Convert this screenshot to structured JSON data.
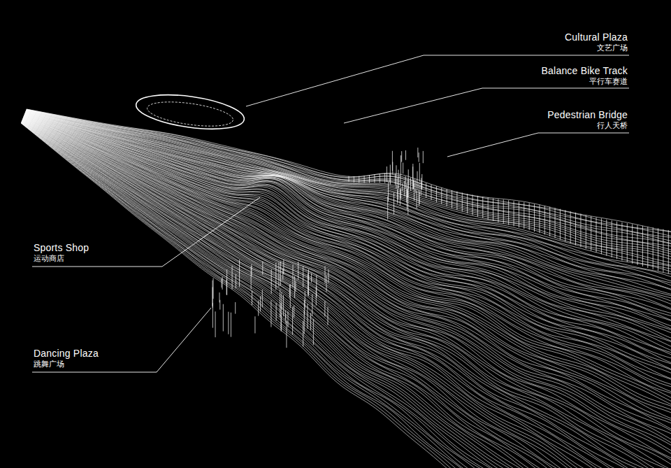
{
  "diagram": {
    "labels": [
      "Cultural Plaza",
      "文艺广场",
      "Balance Bike Track",
      "平行车赛道",
      "Pedestrian Bridge",
      "行人天桥",
      "Sports Shop",
      "运动商店",
      "Dancing Plaza",
      "跳舞广场"
    ]
  }
}
